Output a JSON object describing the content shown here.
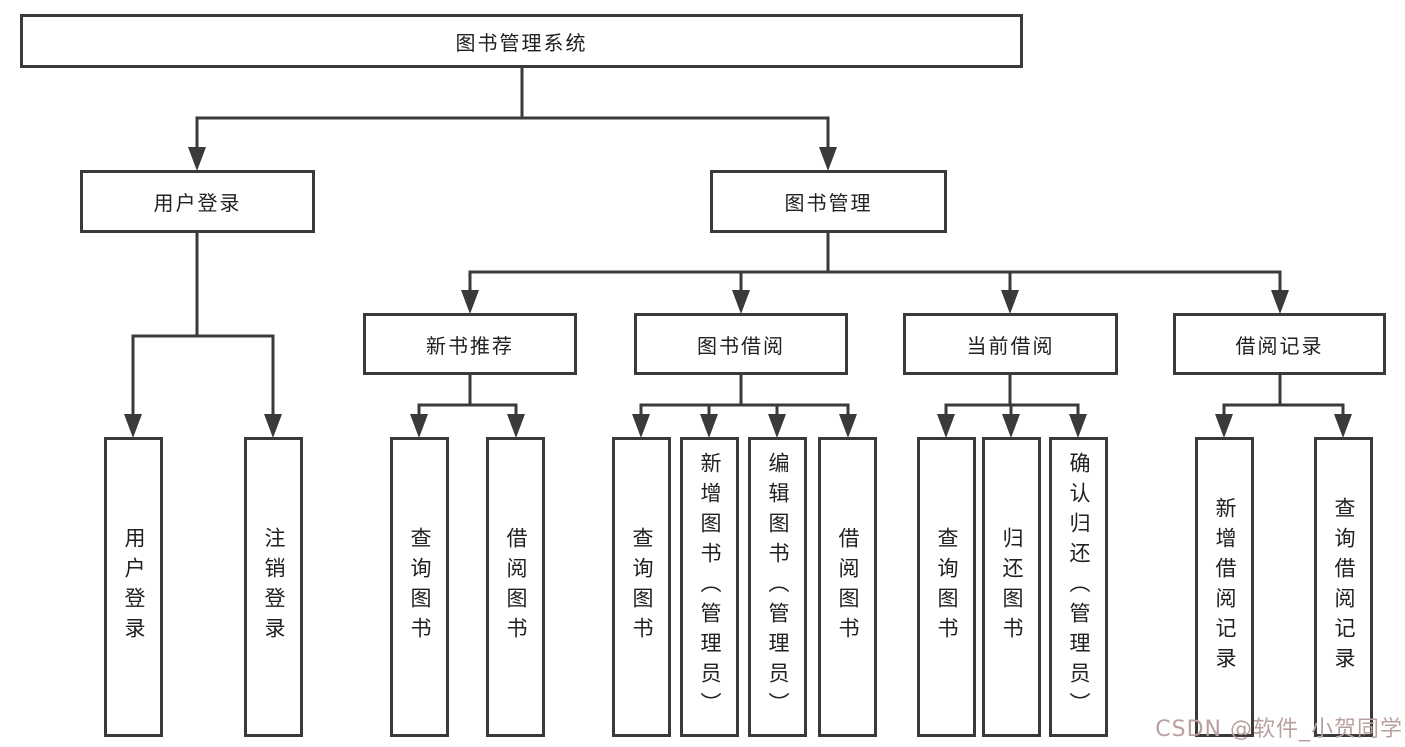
{
  "diagram": {
    "root": "图书管理系统",
    "level2": [
      "用户登录",
      "图书管理"
    ],
    "level3": [
      "新书推荐",
      "图书借阅",
      "当前借阅",
      "借阅记录"
    ],
    "leaves": {
      "user_login": [
        "用户登录",
        "注销登录"
      ],
      "new_book_recommend": [
        "查询图书",
        "借阅图书"
      ],
      "book_borrow": [
        "查询图书",
        "新增图书（管理员）",
        "编辑图书（管理员）",
        "借阅图书"
      ],
      "current_borrow": [
        "查询图书",
        "归还图书",
        "确认归还（管理员）"
      ],
      "borrow_record": [
        "新增借阅记录",
        "查询借阅记录"
      ]
    }
  },
  "watermark": "CSDN @软件_小贺同学",
  "colors": {
    "line": "#3a3a3a",
    "text": "#212121",
    "watermark": "#b9a0a0",
    "background": "#ffffff"
  }
}
